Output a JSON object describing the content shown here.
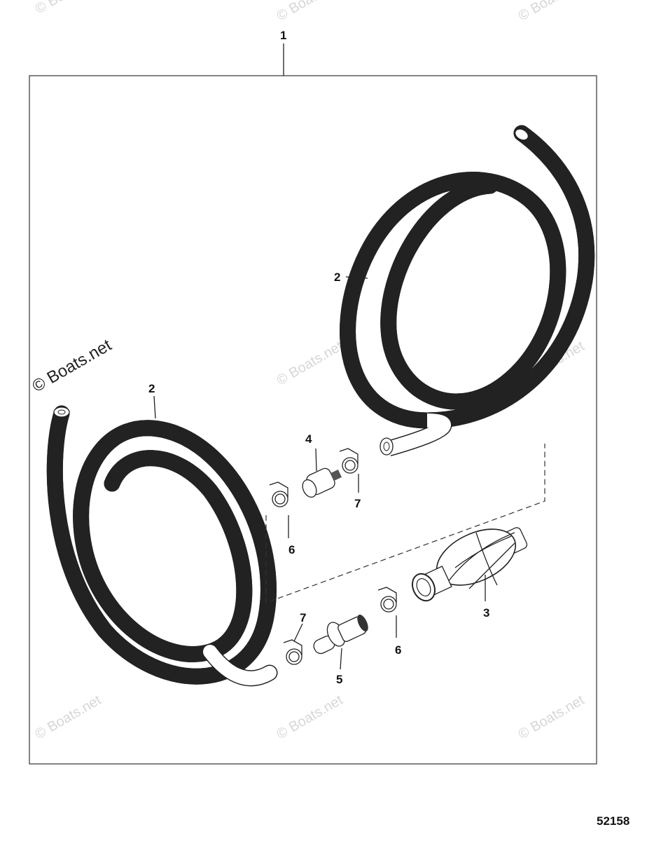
{
  "diagram": {
    "figure_number": "52158",
    "watermark": "© Boats.net",
    "callouts": [
      {
        "id": "kit",
        "label": "1"
      },
      {
        "id": "hose-upper",
        "label": "2"
      },
      {
        "id": "hose-lower",
        "label": "2"
      },
      {
        "id": "primer-bulb",
        "label": "3"
      },
      {
        "id": "fitting-upper",
        "label": "4"
      },
      {
        "id": "fitting-lower",
        "label": "5"
      },
      {
        "id": "clamp-upper-left",
        "label": "6"
      },
      {
        "id": "clamp-lower-right",
        "label": "6"
      },
      {
        "id": "clamp-upper-right",
        "label": "7"
      },
      {
        "id": "clamp-lower-left",
        "label": "7"
      }
    ]
  }
}
